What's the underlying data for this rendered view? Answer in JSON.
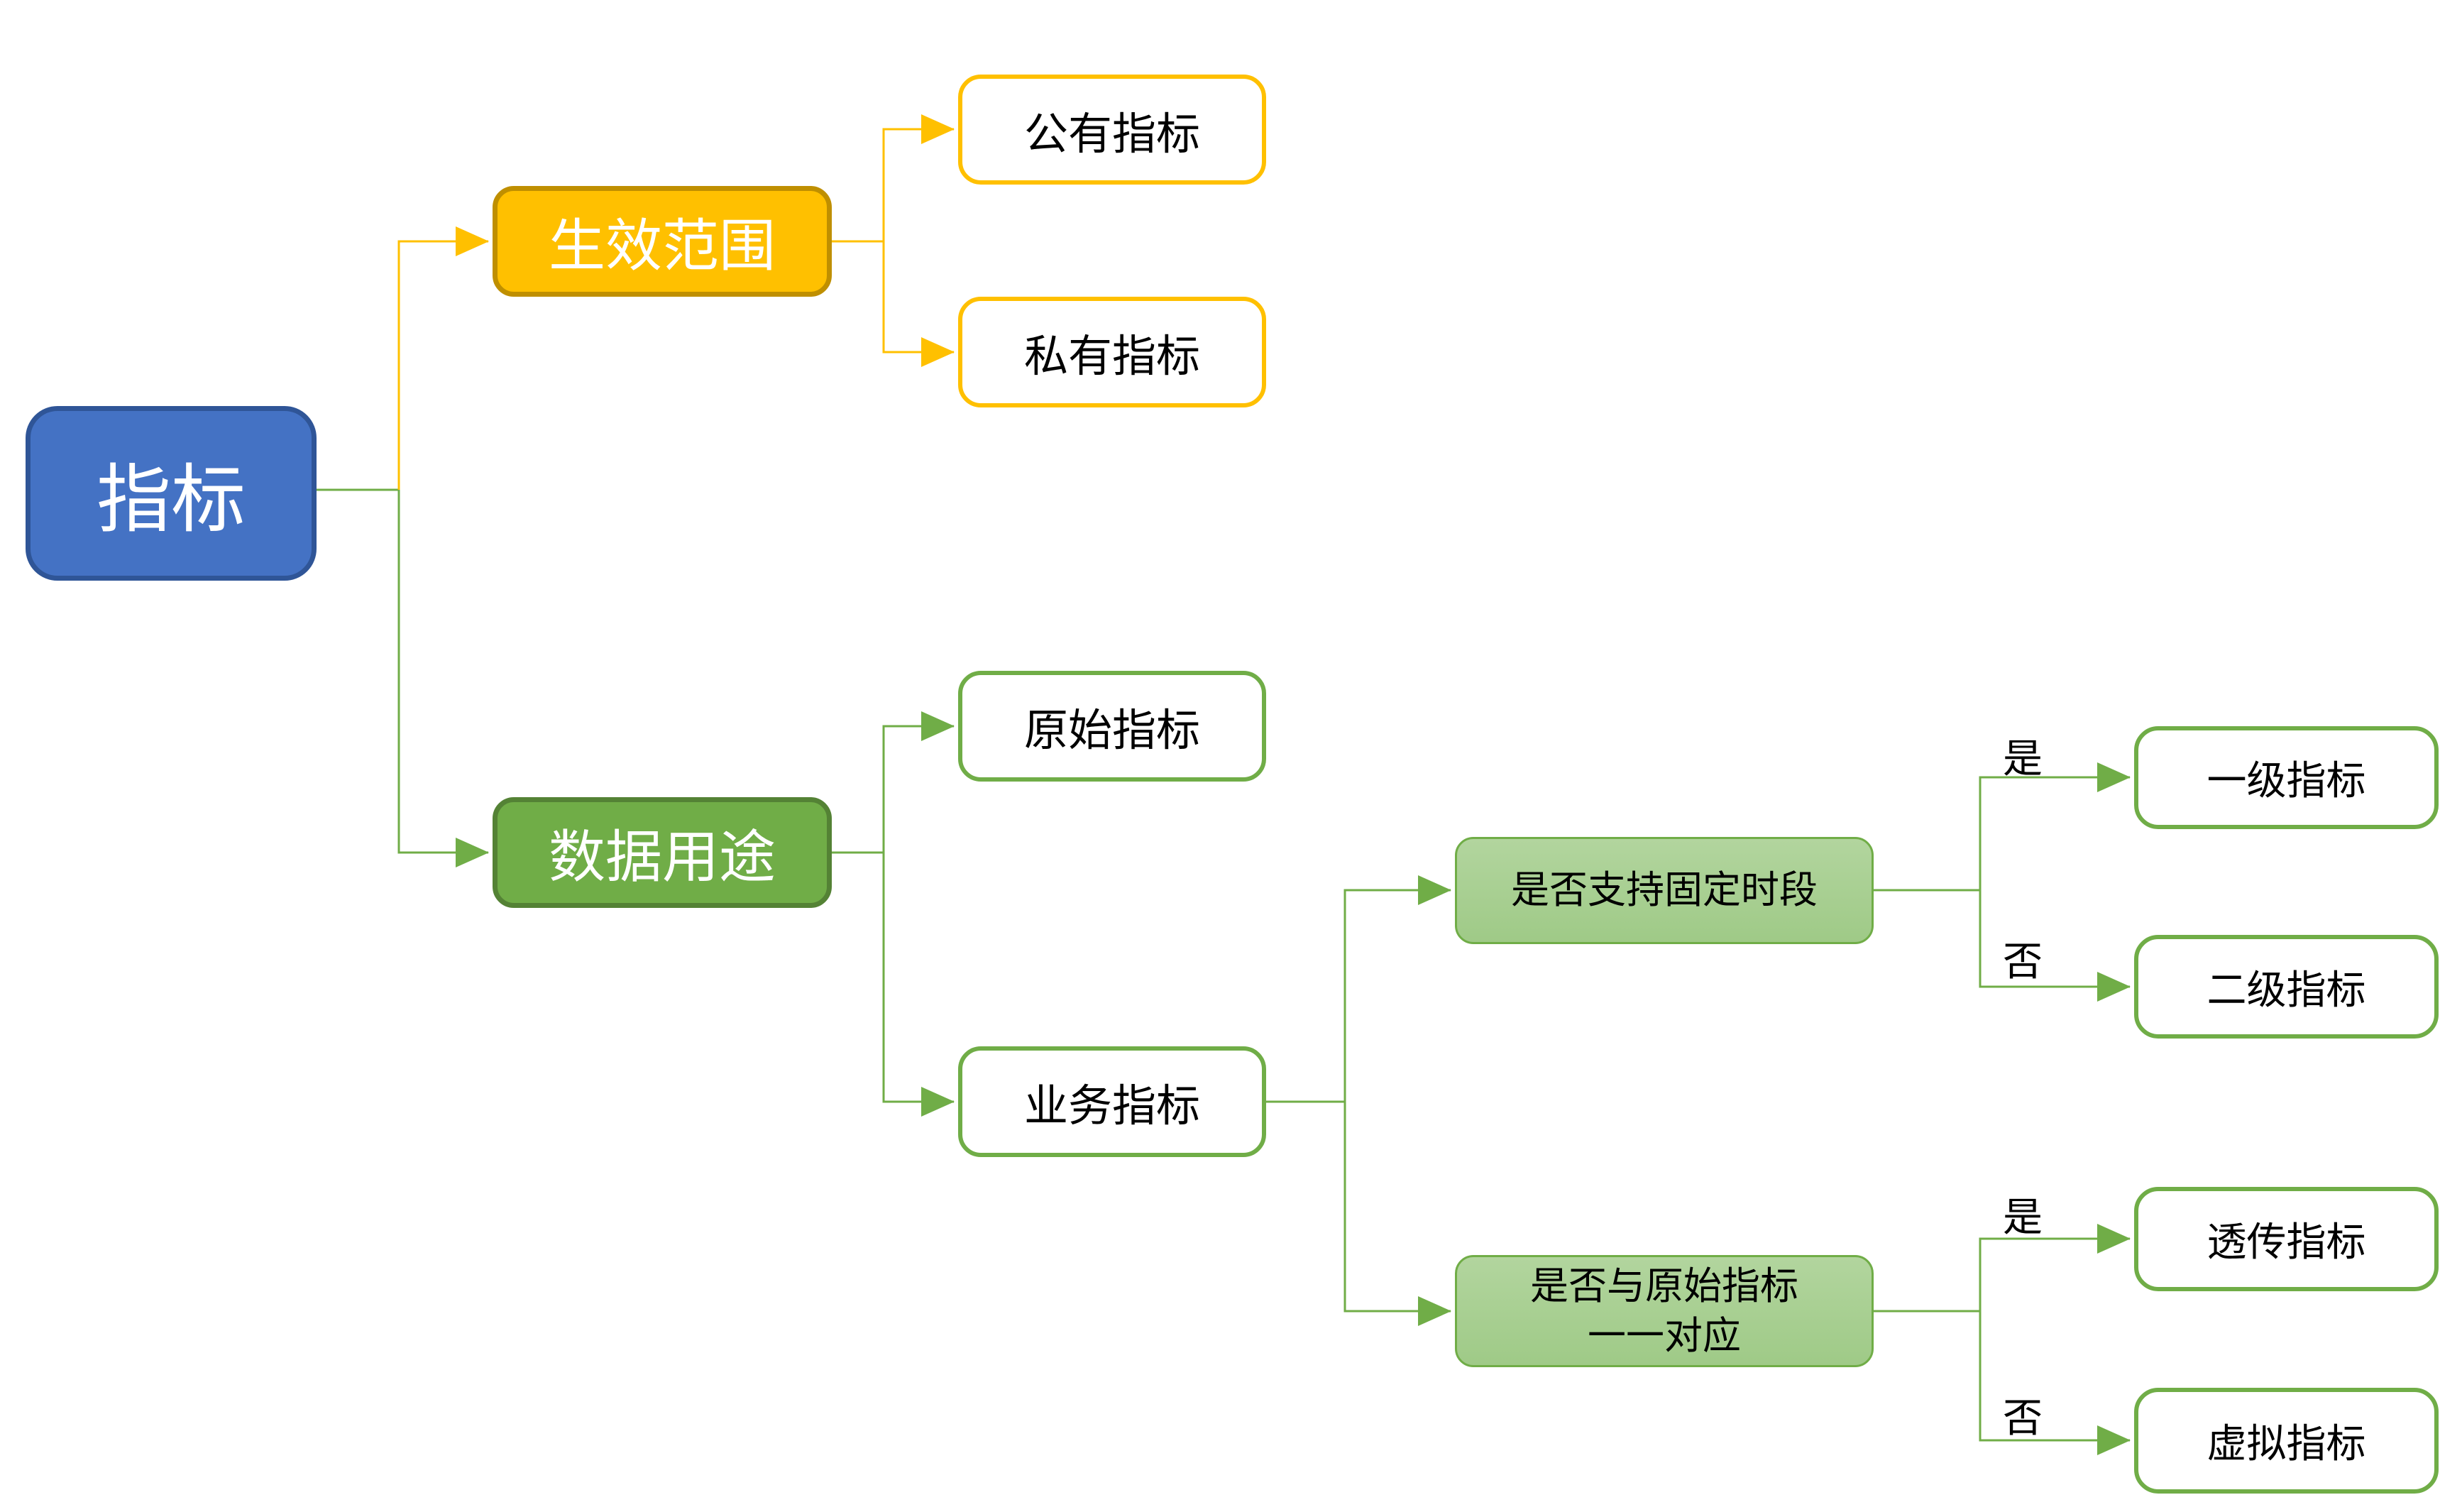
{
  "diagram": {
    "root": {
      "label": "指标"
    },
    "branches": {
      "scope": {
        "label": "生效范围"
      },
      "usage": {
        "label": "数据用途"
      }
    },
    "leaves": {
      "public": {
        "label": "公有指标"
      },
      "private": {
        "label": "私有指标"
      },
      "original": {
        "label": "原始指标"
      },
      "business": {
        "label": "业务指标"
      },
      "level1": {
        "label": "一级指标"
      },
      "level2": {
        "label": "二级指标"
      },
      "passthrough": {
        "label": "透传指标"
      },
      "virtual": {
        "label": "虚拟指标"
      }
    },
    "decisions": {
      "fixed_period": {
        "label": "是否支持固定时段"
      },
      "one_to_one": {
        "label": "是否与原始指标\n一一对应"
      }
    },
    "edge_labels": {
      "yes": "是",
      "no": "否"
    },
    "colors": {
      "root_fill": "#4472C4",
      "root_border": "#2F5597",
      "yellow_fill": "#FFC000",
      "yellow_border": "#BF8F00",
      "green_fill": "#70AD47",
      "green_border": "#548235",
      "decision_fill_top": "#B2D59E",
      "decision_fill_bottom": "#9FCA87",
      "leaf_fill": "#FFFFFF",
      "text_on_fill": "#FFFFFF",
      "text_on_white": "#000000"
    }
  }
}
